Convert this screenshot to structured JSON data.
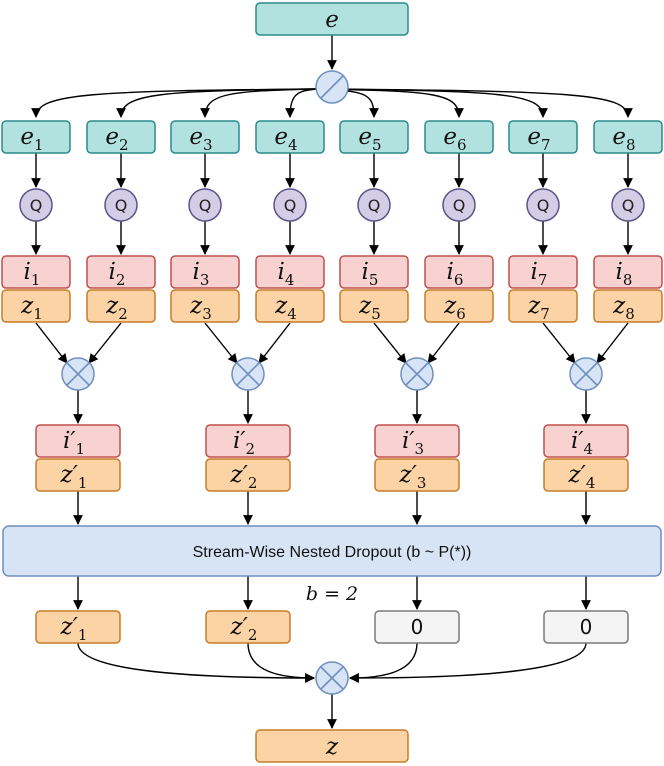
{
  "top_node": {
    "label": "e"
  },
  "split_op": {
    "symbol": "⊘"
  },
  "sub_embeddings": [
    {
      "base": "e",
      "sub": "1"
    },
    {
      "base": "e",
      "sub": "2"
    },
    {
      "base": "e",
      "sub": "3"
    },
    {
      "base": "e",
      "sub": "4"
    },
    {
      "base": "e",
      "sub": "5"
    },
    {
      "base": "e",
      "sub": "6"
    },
    {
      "base": "e",
      "sub": "7"
    },
    {
      "base": "e",
      "sub": "8"
    }
  ],
  "quantizer": {
    "label": "Q"
  },
  "indices": [
    {
      "base": "i",
      "sub": "1"
    },
    {
      "base": "i",
      "sub": "2"
    },
    {
      "base": "i",
      "sub": "3"
    },
    {
      "base": "i",
      "sub": "4"
    },
    {
      "base": "i",
      "sub": "5"
    },
    {
      "base": "i",
      "sub": "6"
    },
    {
      "base": "i",
      "sub": "7"
    },
    {
      "base": "i",
      "sub": "8"
    }
  ],
  "codes": [
    {
      "base": "z",
      "sub": "1"
    },
    {
      "base": "z",
      "sub": "2"
    },
    {
      "base": "z",
      "sub": "3"
    },
    {
      "base": "z",
      "sub": "4"
    },
    {
      "base": "z",
      "sub": "5"
    },
    {
      "base": "z",
      "sub": "6"
    },
    {
      "base": "z",
      "sub": "7"
    },
    {
      "base": "z",
      "sub": "8"
    }
  ],
  "stream_indices": [
    {
      "base": "i′",
      "sub": "1"
    },
    {
      "base": "i′",
      "sub": "2"
    },
    {
      "base": "i′",
      "sub": "3"
    },
    {
      "base": "i′",
      "sub": "4"
    }
  ],
  "stream_codes": [
    {
      "base": "z′",
      "sub": "1"
    },
    {
      "base": "z′",
      "sub": "2"
    },
    {
      "base": "z′",
      "sub": "3"
    },
    {
      "base": "z′",
      "sub": "4"
    }
  ],
  "dropout": {
    "label": "Stream-Wise Nested Dropout (b ~ P(*))"
  },
  "b_value": {
    "label": "b = 2"
  },
  "outputs": [
    {
      "kind": "code",
      "base": "z′",
      "sub": "1"
    },
    {
      "kind": "code",
      "base": "z′",
      "sub": "2"
    },
    {
      "kind": "zero",
      "text": "0"
    },
    {
      "kind": "zero",
      "text": "0"
    }
  ],
  "final_node": {
    "label": "z"
  }
}
